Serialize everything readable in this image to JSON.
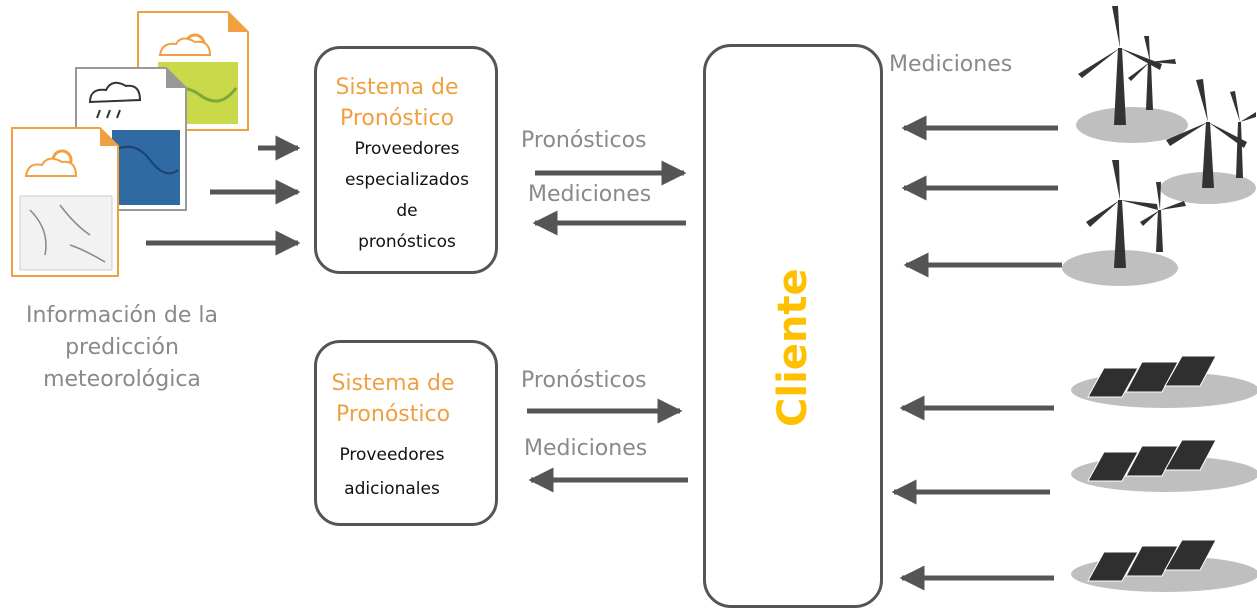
{
  "weather_info": {
    "label_lines": [
      "Información de la",
      "predicción",
      "meteorológica"
    ]
  },
  "system1": {
    "title_lines": [
      "Sistema de",
      "Pronóstico"
    ],
    "sub_lines": [
      "Proveedores",
      "especializados",
      "de",
      "pronósticos"
    ],
    "forecast_label": "Pronósticos",
    "measure_label": "Mediciones"
  },
  "system2": {
    "title_lines": [
      "Sistema de",
      "Pronóstico"
    ],
    "sub_lines": [
      "Proveedores",
      "adicionales"
    ],
    "forecast_label": "Pronósticos",
    "measure_label": "Mediciones"
  },
  "client": {
    "label": "Cliente"
  },
  "plants": {
    "measure_label": "Mediciones"
  },
  "colors": {
    "accent": "#f0a040",
    "client": "#ffc000",
    "arrow": "#555555"
  }
}
